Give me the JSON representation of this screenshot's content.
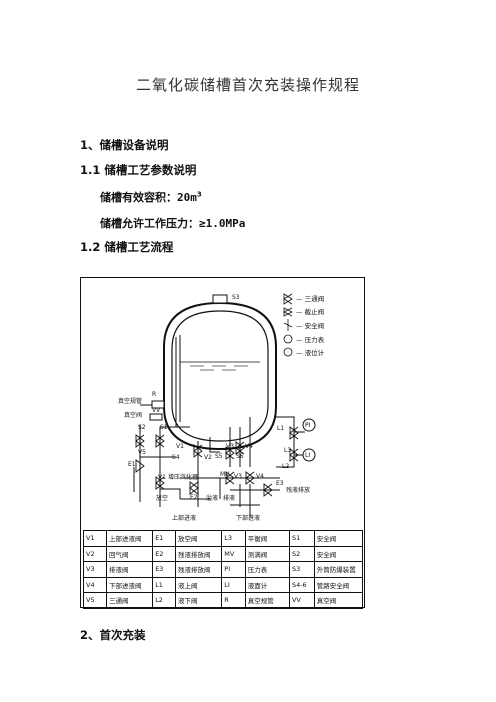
{
  "doc": {
    "title": "二氧化碳储槽首次充装操作规程",
    "section1": "1、储槽设备说明",
    "section1_1": "1.1 储槽工艺参数说明",
    "volume_label": "储槽有效容积：",
    "volume_value": "20m",
    "volume_sup": "3",
    "pressure_label": "储槽允许工作压力：",
    "pressure_value": "≥1.0MPa",
    "section1_2": "1.2 储槽工艺流程",
    "section2": "2、首次充装"
  },
  "diagram": {
    "legend": [
      {
        "icon": "three-way-valve-icon",
        "label": "— 三通阀"
      },
      {
        "icon": "stop-valve-icon",
        "label": "— 截止阀"
      },
      {
        "icon": "safety-valve-icon",
        "label": "— 安全阀"
      },
      {
        "icon": "pressure-gauge-icon",
        "label": "— 压力表"
      },
      {
        "icon": "level-gauge-icon",
        "label": "— 液位计"
      }
    ],
    "labels": {
      "s3": "S3",
      "r": "R",
      "vacuum_gauge": "真空规管",
      "vacuum_valve": "真空阀",
      "vv": "VV",
      "s2": "S2",
      "s1": "S1",
      "v5": "V5",
      "v1_left": "V1",
      "s4": "S4",
      "e1": "E1",
      "v2": "V2",
      "s5": "S5",
      "s6": "S6",
      "v3": "V3",
      "v4": "V4",
      "v3b": "V3",
      "v4b": "V4",
      "l1": "L1",
      "l3": "L3",
      "l2": "L2",
      "pi": "PI",
      "li": "LI",
      "v1": "V1",
      "booster": "增压汽化器",
      "e2": "E2",
      "mv": "MV",
      "e3": "E3",
      "drain": "放空",
      "top_in": "上部进液",
      "overflow": "溢液",
      "outlet": "排液",
      "bottom_in": "下部进液",
      "gas_out": "残液排放"
    },
    "table": [
      [
        "V1",
        "上部进液阀",
        "E1",
        "放空阀",
        "L3",
        "平衡阀",
        "S1",
        "安全阀"
      ],
      [
        "V2",
        "回气阀",
        "E2",
        "残液排放阀",
        "MV",
        "测满阀",
        "S2",
        "安全阀"
      ],
      [
        "V3",
        "排液阀",
        "E3",
        "残液排放阀",
        "PI",
        "压力表",
        "S3",
        "外筒防爆装置"
      ],
      [
        "V4",
        "下部进液阀",
        "L1",
        "液上阀",
        "LI",
        "液面计",
        "S4-6",
        "管路安全阀"
      ],
      [
        "V5",
        "三通阀",
        "L2",
        "液下阀",
        "R",
        "真空规管",
        "VV",
        "真空阀"
      ]
    ]
  }
}
